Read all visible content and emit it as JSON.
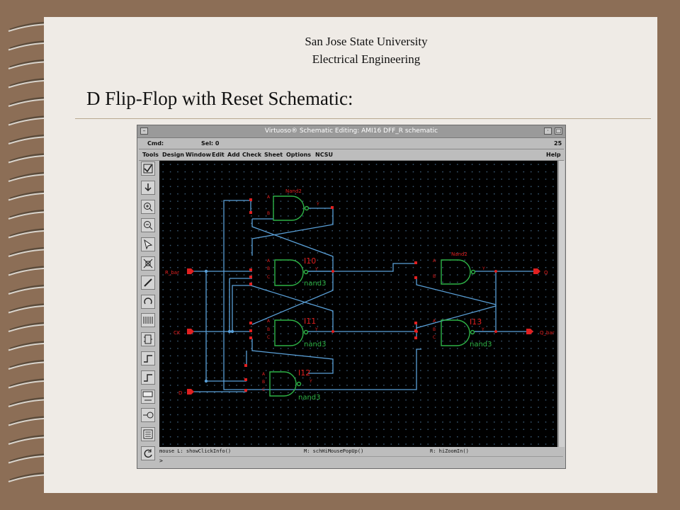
{
  "slide": {
    "header_line1": "San Jose State University",
    "header_line2": "Electrical Engineering",
    "title": "D Flip-Flop with Reset Schematic:"
  },
  "window": {
    "title": "Virtuoso® Schematic Editing: AMI16 DFF_R schematic",
    "cmd_label": "Cmd:",
    "sel_label": "Sel: 0",
    "count": "25",
    "menu": [
      "Tools",
      "Design",
      "Window",
      "Edit",
      "Add",
      "Check",
      "Sheet",
      "Options",
      "NCSU"
    ],
    "help": "Help",
    "toolbar_icons": [
      "check-save-icon",
      "descend-icon",
      "zoom-in-icon",
      "zoom-out-icon",
      "select-icon",
      "stretch-icon",
      "wire-icon",
      "undo-icon",
      "bus-icon",
      "instance-icon",
      "pin-icon",
      "wire-name-icon",
      "label-icon",
      "property-icon",
      "sheet-icon",
      "refresh-icon"
    ],
    "mouse_l": "mouse L: showClickInfo()",
    "mouse_m": "M: schHiMousePopUp()",
    "mouse_r": "R: hiZoomIn()",
    "prompt": ">"
  },
  "schematic": {
    "pins": [
      "R_bar",
      "CK",
      "D",
      "Q",
      "Q_bar"
    ],
    "gates": [
      {
        "instance": "",
        "cell": "Nand2",
        "inputs": [
          "A",
          "B"
        ],
        "output": "Y"
      },
      {
        "instance": "I10",
        "cell": "nand3",
        "inputs": [
          "A",
          "B",
          "C"
        ],
        "output": "Y"
      },
      {
        "instance": "I11",
        "cell": "nand3",
        "inputs": [
          "A",
          "B",
          "C"
        ],
        "output": "Y"
      },
      {
        "instance": "I12",
        "cell": "nand3",
        "inputs": [
          "A",
          "B",
          "C"
        ],
        "output": "Y"
      },
      {
        "instance": "",
        "cell": "Nand2",
        "inputs": [
          "A",
          "B"
        ],
        "output": "Y"
      },
      {
        "instance": "I13",
        "cell": "nand3",
        "inputs": [
          "A",
          "B",
          "C"
        ],
        "output": "Y"
      }
    ]
  },
  "colors": {
    "slide_bg": "#efebe6",
    "frame": "#8c6e56",
    "canvas": "#000000",
    "wire": "#5aa0d8",
    "gate": "#2eb347",
    "pin": "#e02020"
  }
}
